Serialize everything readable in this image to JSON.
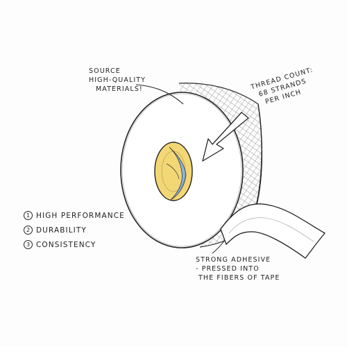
{
  "annotations": {
    "source": [
      "Source",
      "High-quality",
      "materials!"
    ],
    "thread_count": [
      "Thread count:",
      "68 strands",
      "per inch"
    ],
    "adhesive": [
      "Strong adhesive",
      "- pressed into",
      "the fibers of tape"
    ]
  },
  "features": [
    {
      "number": "1",
      "label": "High performance"
    },
    {
      "number": "2",
      "label": "Durability"
    },
    {
      "number": "3",
      "label": "Consistency"
    }
  ],
  "colors": {
    "ink": "#1e1e1e",
    "core_yellow": "#f3d774",
    "core_blue": "#8fb6dc",
    "paper": "#fdfdfd"
  },
  "icons": {
    "tape_roll": "tape-roll-illustration",
    "arrow": "pointer-arrow"
  }
}
